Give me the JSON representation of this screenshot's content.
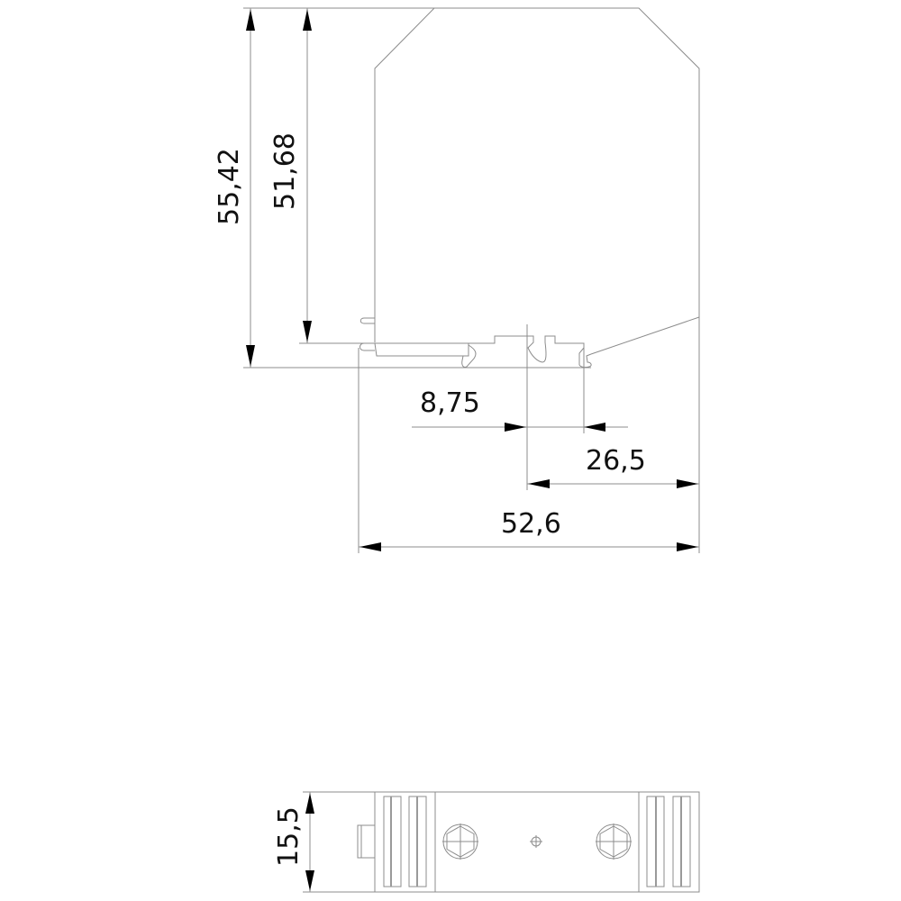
{
  "drawing": {
    "type": "technical dimension drawing",
    "side_view": {
      "dimensions": {
        "overall_height": "55,42",
        "body_height": "51,68",
        "offset": "8,75",
        "partial_width": "26,5",
        "overall_width": "52,6"
      }
    },
    "top_view": {
      "dimensions": {
        "depth": "15,5"
      }
    },
    "colors": {
      "line": "#8c8c8c",
      "text": "#111111",
      "arrow": "#000000",
      "background": "#ffffff"
    }
  }
}
